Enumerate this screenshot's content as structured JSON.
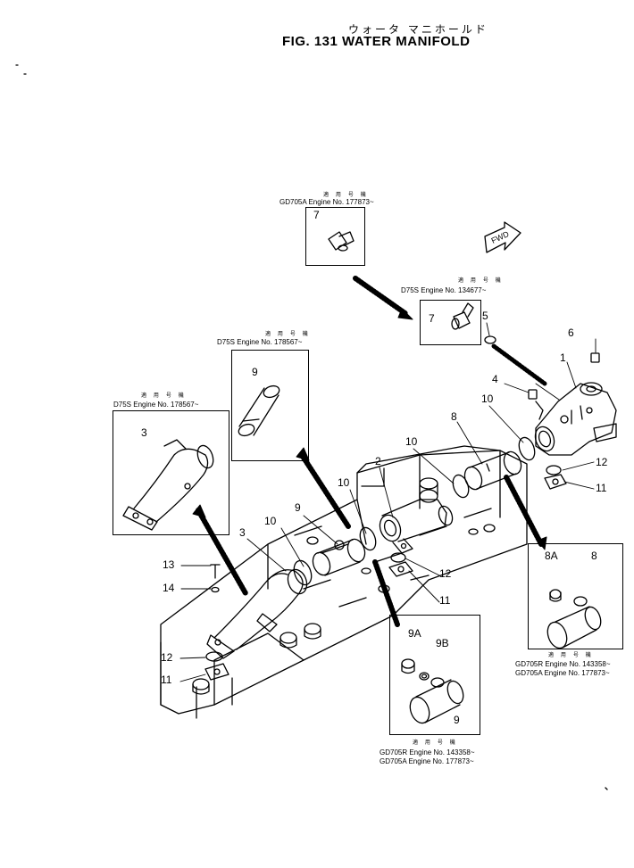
{
  "header": {
    "jp_title": "ウォータ マニホールド",
    "title": "FIG. 131  WATER  MANIFOLD"
  },
  "insets": {
    "gd705a_top": {
      "jp": "適 用 号 機",
      "line1": "GD705A  Engine  No.  177873~",
      "part": "7"
    },
    "d75s_fitting": {
      "jp": "適 用 号 機",
      "line1": "D75S       Engine  No.  134677~",
      "part": "7"
    },
    "d75s_pipe": {
      "jp": "適 用 号 機",
      "line1": "D75S  Engine  No.  178567~",
      "part": "9"
    },
    "d75s_elbow": {
      "jp": "適 用 号 機",
      "line1": "D75S  Engine  No.  178567~",
      "part": "3"
    },
    "gd705_tee_right": {
      "jp": "適 用 号 機",
      "line1": "GD705R  Engine  No.  143358~",
      "line2": "GD705A  Engine  No.  177873~",
      "part_a": "8A",
      "part_b": "8"
    },
    "gd705_tee_bottom": {
      "jp": "適 用 号 機",
      "line1": "GD705R  Engine  No.  143358~",
      "line2": "GD705A  Engine  No.  177873~",
      "part_a": "9A",
      "part_b": "9B",
      "part_c": "9"
    }
  },
  "fwd_label": "FWD",
  "callouts": {
    "c1": "1",
    "c2": "2",
    "c3": "3",
    "c4": "4",
    "c5": "5",
    "c6": "6",
    "c8": "8",
    "c9": "9",
    "c10a": "10",
    "c10b": "10",
    "c10c": "10",
    "c10d": "10",
    "c11a": "11",
    "c11b": "11",
    "c11c": "11",
    "c12a": "12",
    "c12b": "12",
    "c12c": "12",
    "c13": "13",
    "c14": "14"
  }
}
